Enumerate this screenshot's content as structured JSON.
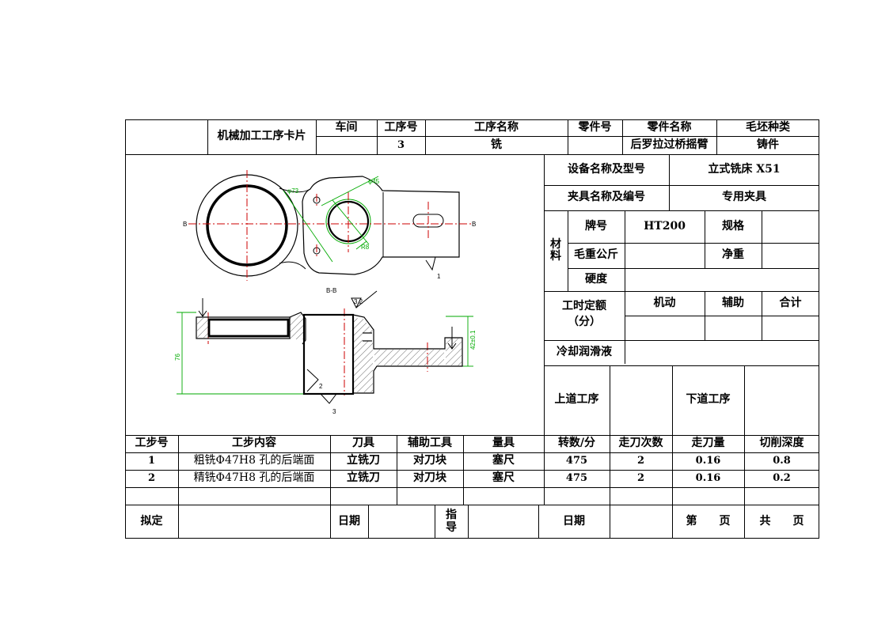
{
  "header": {
    "card_title": "机械加工工序卡片",
    "workshop_label": "车间",
    "op_no_label": "工序号",
    "op_name_label": "工序名称",
    "part_no_label": "零件号",
    "part_name_label": "零件名称",
    "blank_type_label": "毛坯种类",
    "workshop_value": "",
    "op_no_value": "3",
    "op_name_value": "铣",
    "part_no_value": "",
    "part_name_value": "后罗拉过桥摇臂",
    "blank_type_value": "铸件"
  },
  "right_panel": {
    "equipment_label": "设备名称及型号",
    "equipment_value": "立式铣床 X51",
    "fixture_label": "夹具名称及编号",
    "fixture_value": "专用夹具",
    "material_label": "材料",
    "grade_label": "牌号",
    "grade_value": "HT200",
    "spec_label": "规格",
    "spec_value": "",
    "gross_weight_label": "毛重公斤",
    "gross_weight_value": "",
    "net_weight_label": "净重",
    "net_weight_value": "",
    "hardness_label": "硬度",
    "hardness_value": "",
    "time_quota_label": "工时定额",
    "time_quota_unit": "（分）",
    "machine_time_label": "机动",
    "aux_time_label": "辅助",
    "total_time_label": "合计",
    "coolant_label": "冷却润滑液",
    "coolant_value": "",
    "prev_op_label": "上道工序",
    "next_op_label": "下道工序"
  },
  "drawing": {
    "dia73": "φ73",
    "dia45": "φ45",
    "section": "B-B",
    "b": "B",
    "rough": "3.2",
    "dim76": "76",
    "dim_right": "42±0.1",
    "m1": "1",
    "m2": "2",
    "m3": "3",
    "r8": "R8"
  },
  "steps_table": {
    "headers": [
      "工步号",
      "工步内容",
      "刀具",
      "辅助工具",
      "量具",
      "转数/分",
      "走刀次数",
      "走刀量",
      "切削深度"
    ],
    "rows": [
      [
        "1",
        "粗铣Φ47H8 孔的后端面",
        "立铣刀",
        "对刀块",
        "塞尺",
        "475",
        "2",
        "0.16",
        "0.8"
      ],
      [
        "2",
        "精铣Φ47H8 孔的后端面",
        "立铣刀",
        "对刀块",
        "塞尺",
        "475",
        "2",
        "0.16",
        "0.2"
      ],
      [
        "",
        "",
        "",
        "",
        "",
        "",
        "",
        "",
        ""
      ]
    ]
  },
  "footer": {
    "draft_label": "拟定",
    "date_label_1": "日期",
    "guide_label": "指导",
    "date_label_2": "日期",
    "page_label": "第　　页",
    "total_label": "共　　页"
  }
}
